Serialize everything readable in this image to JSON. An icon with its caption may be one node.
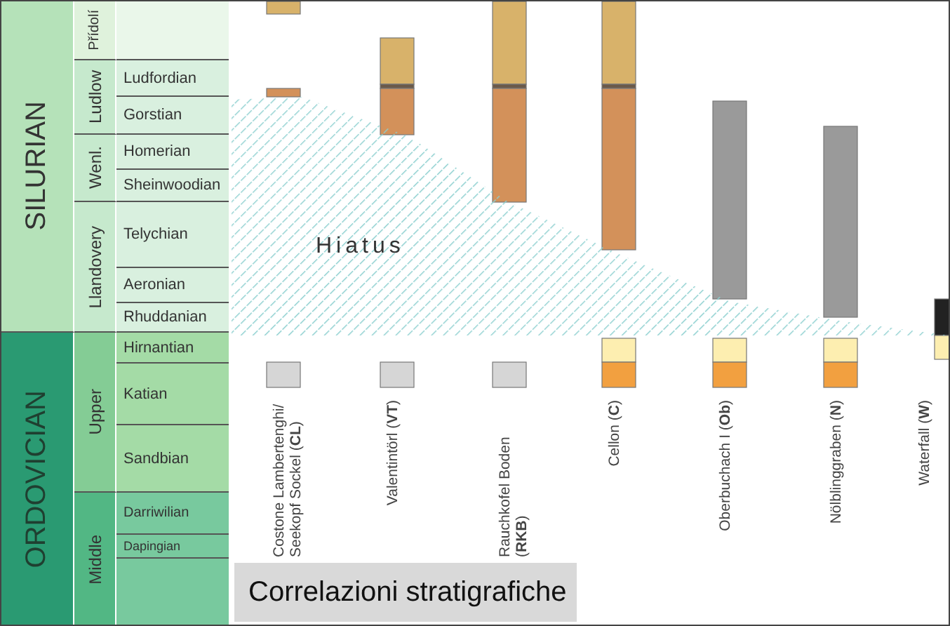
{
  "diagram": {
    "caption": "Correlazioni stratigrafiche",
    "nodes": [
      {
        "text": [
          "SILURIAN"
        ]
      },
      {
        "text": [
          "Přídolí"
        ]
      },
      {
        "text": [
          "Ludlow"
        ]
      },
      {
        "text": [
          "Wenl."
        ]
      },
      {
        "text": [
          "Llandovery"
        ]
      },
      {
        "text": [
          "Ludfordian"
        ]
      },
      {
        "text": [
          "Gorstian"
        ]
      },
      {
        "text": [
          "Homerian"
        ]
      },
      {
        "text": [
          "Sheinwoodian"
        ]
      },
      {
        "text": [
          "Telychian"
        ]
      },
      {
        "text": [
          "Aeronian"
        ]
      },
      {
        "text": [
          "Rhuddanian"
        ]
      },
      {
        "text": [
          "ORDOVICIAN"
        ]
      },
      {
        "text": [
          "Upper"
        ]
      },
      {
        "text": [
          "Middle"
        ]
      },
      {
        "text": [
          "Hirnantian"
        ]
      },
      {
        "text": [
          "Katian"
        ]
      },
      {
        "text": [
          "Sandbian"
        ]
      },
      {
        "text": [
          "Darriwilian"
        ]
      },
      {
        "text": [
          "Dapingian"
        ]
      },
      {
        "text": [
          "Hiatus"
        ]
      }
    ],
    "labels": [
      "Costone Lambertenghi/ Seekopf Sockel (**CL**)",
      "Valentintörl (**VT**)",
      "Rauchkofel Boden (**RKB**)",
      "Cellon (**C**)",
      "Oberbuchach I (**Ob**)",
      "Nölblinggraben (**N**)",
      "Waterfall (**W**)"
    ]
  }
}
